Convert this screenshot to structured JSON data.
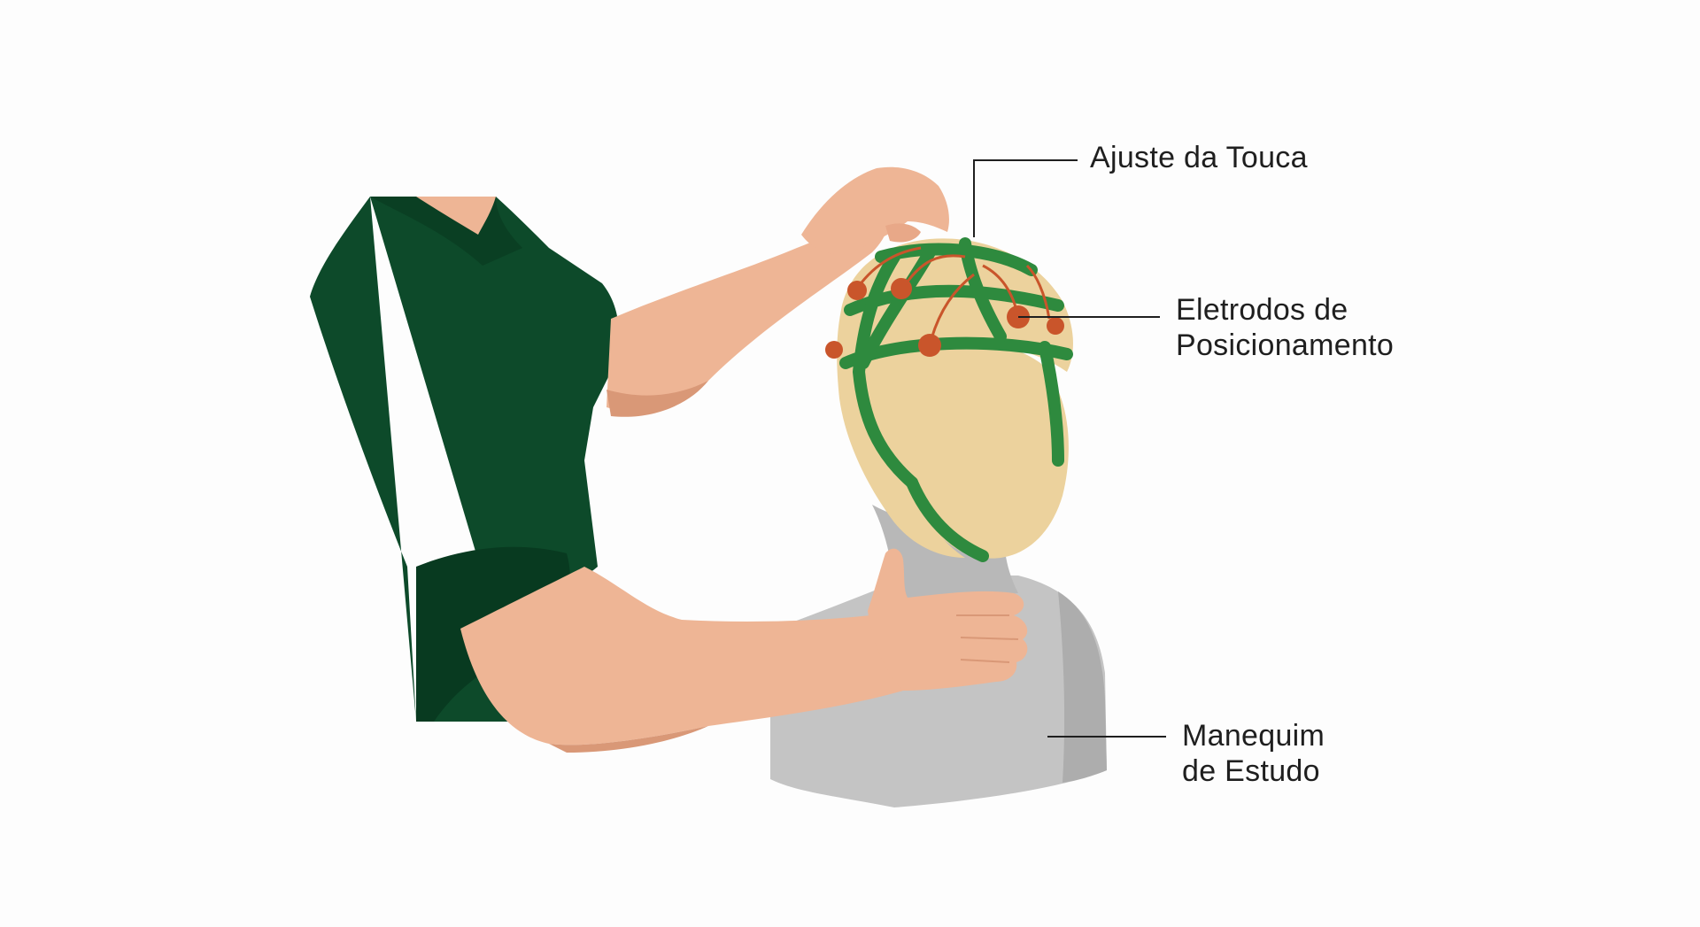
{
  "labels": {
    "cap_adjust": [
      "Ajuste da Touca"
    ],
    "electrodes": [
      "Eletrodos de",
      "Posicionamento"
    ],
    "mannequin": [
      "Manequim",
      "de Estudo"
    ]
  },
  "colors": {
    "background": "#fdfdfd",
    "shirt": "#0d4a2a",
    "shirt_shadow": "#083a20",
    "skin": "#eeb595",
    "skin_shadow": "#d99877",
    "cap_base": "#ecd29d",
    "cap_strap": "#2e8a3e",
    "electrode": "#c9552b",
    "mannequin": "#c4c4c4",
    "mannequin_shadow": "#a9a9a9",
    "leader_line": "#1f1f1f"
  }
}
